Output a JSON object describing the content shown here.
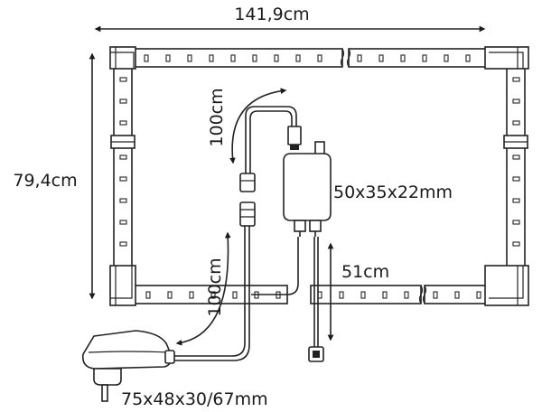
{
  "labels": {
    "width": "141,9cm",
    "height": "79,4cm",
    "cable_top": "100cm",
    "cable_bottom": "100cm",
    "controller": "50x35x22mm",
    "sensor_cable": "51cm",
    "adapter": "75x48x30/67mm"
  },
  "colors": {
    "line": "#222222",
    "background": "#ffffff"
  }
}
